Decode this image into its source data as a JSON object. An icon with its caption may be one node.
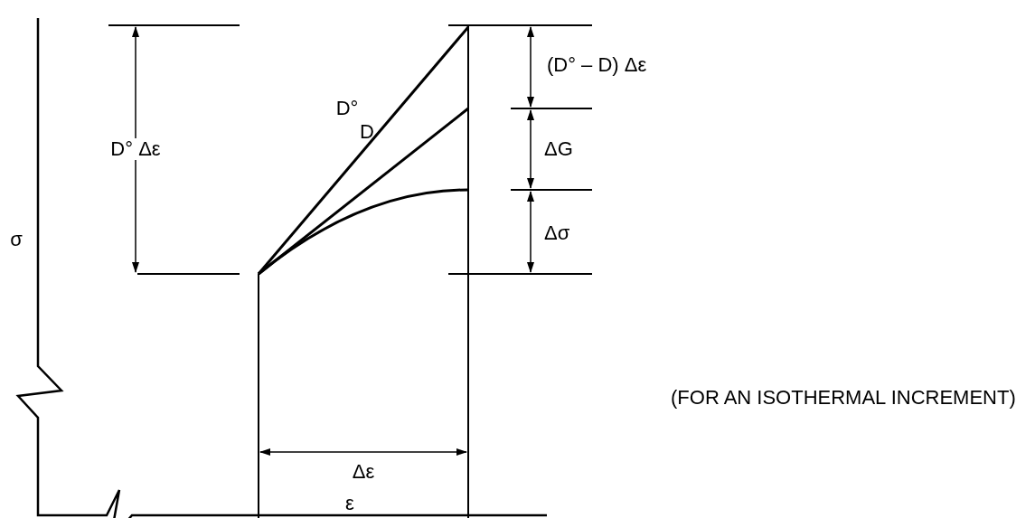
{
  "diagram": {
    "labels": [
      "(D° – D) Δε",
      "D°",
      "D",
      "ΔG",
      "D° Δε",
      "σ",
      "Δσ",
      "(FOR AN ISOTHERMAL INCREMENT)",
      "Δε",
      "ε"
    ]
  }
}
